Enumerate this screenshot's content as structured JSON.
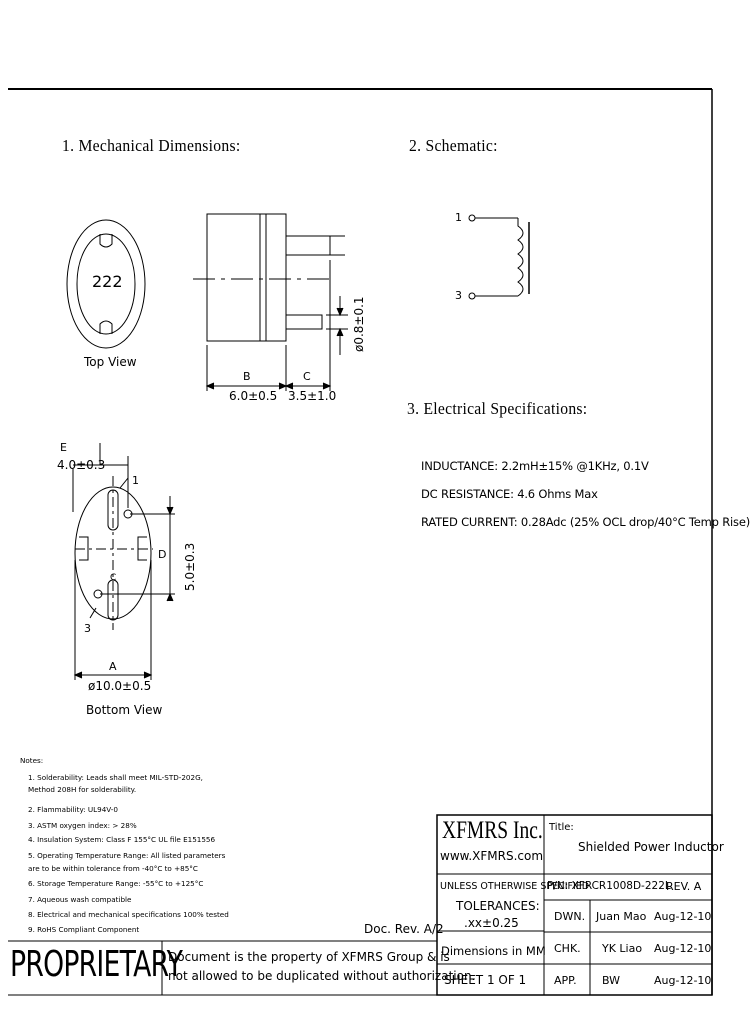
{
  "sections": {
    "mechanical": "1. Mechanical Dimensions:",
    "schematic": "2. Schematic:",
    "electrical": "3. Electrical   Specifications:"
  },
  "top_view": {
    "marking": "222",
    "label": "Top View"
  },
  "side_view": {
    "dim_b_label": "B",
    "dim_b_value": "6.0±0.5",
    "dim_c_label": "C",
    "dim_c_value": "3.5±1.0",
    "lead_dia": "ø0.8±0.1"
  },
  "bottom_view": {
    "dim_e_label": "E",
    "dim_e_value": "4.0±0.3",
    "pin1": "1",
    "pin3": "3",
    "dim_d_label": "D",
    "dim_d_value": "5.0±0.3",
    "dim_a_label": "A",
    "dim_a_value": "ø10.0±0.5",
    "label": "Bottom View",
    "center_c": "C"
  },
  "schematic_pins": {
    "pin1": "1",
    "pin3": "3"
  },
  "electrical": {
    "inductance": "INDUCTANCE: 2.2mH±15% @1KHz, 0.1V",
    "dcr": "DC RESISTANCE: 4.6 Ohms Max",
    "rated_current": "RATED CURRENT: 0.28Adc (25% OCL drop/40°C Temp Rise)"
  },
  "notes": {
    "title": "Notes:",
    "items": [
      "1. Solderability: Leads shall meet MIL-STD-202G,",
      "    Method 208H for solderability.",
      "2. Flammability: UL94V-0",
      "3. ASTM oxygen index: > 28%",
      "4. Insulation System: Class F 155°C UL file E151556",
      "5. Operating Temperature Range: All listed parameters",
      "    are to be within tolerance from -40°C to +85°C",
      "6. Storage Temperature Range: -55°C to +125°C",
      "7. Aqueous wash compatible",
      "8. Electrical and mechanical specifications 100% tested",
      "9. RoHS Compliant Component"
    ]
  },
  "doc_rev": "Doc. Rev. A/2",
  "proprietary": {
    "big": "PROPRIETARY",
    "line1": "Document is the property of XFMRS Group & is",
    "line2": "not allowed to be duplicated without authorization."
  },
  "title_block": {
    "company": "XFMRS Inc.",
    "url": "www.XFMRS.com",
    "title_label": "Title:",
    "title_value": "Shielded Power Inductor",
    "unless": "UNLESS OTHERWISE SPECIFIED",
    "pn": "P/N: XFRCR1008D-222L",
    "rev": "REV. A",
    "tolerances": "TOLERANCES:",
    "tol_value": ".xx±0.25",
    "dimensions": "Dimensions in MM",
    "sheet": "SHEET  1  OF  1",
    "rows": [
      {
        "role": "DWN.",
        "name": "Juan Mao",
        "date": "Aug-12-10"
      },
      {
        "role": "CHK.",
        "name": "YK Liao",
        "date": "Aug-12-10"
      },
      {
        "role": "APP.",
        "name": "BW",
        "date": "Aug-12-10"
      }
    ]
  }
}
